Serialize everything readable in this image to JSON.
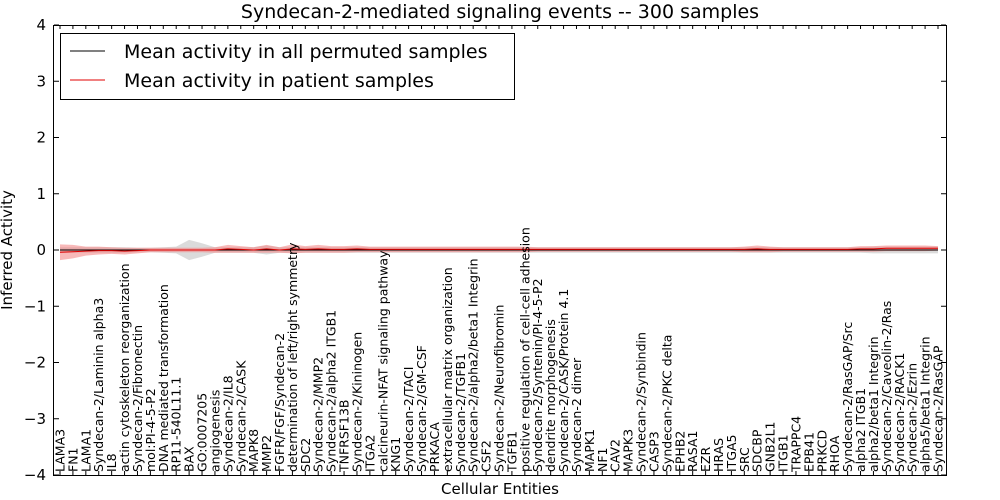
{
  "chart_data": {
    "type": "line",
    "title": "Syndecan-2-mediated signaling events -- 300 samples",
    "xlabel": "Cellular Entities",
    "ylabel": "Inferred Activity",
    "ylim": [
      -4,
      4
    ],
    "yticks": [
      -4,
      -3,
      -2,
      -1,
      0,
      1,
      2,
      3,
      4
    ],
    "ytick_labels": [
      "−4",
      "−3",
      "−2",
      "−1",
      "0",
      "1",
      "2",
      "3",
      "4"
    ],
    "grid": false,
    "legend_position": "top-left",
    "categories": [
      "LAMA3",
      "FN1",
      "LAMA1",
      "Syndecan-2/Laminin alpha3",
      "IL8",
      "actin cytoskeleton reorganization",
      "Syndecan-2/Fibronectin",
      "mol:PI-4-5-P2",
      "DNA mediated transformation",
      "RP11-540L11.1",
      "BAX",
      "GO:0007205",
      "angiogenesis",
      "Syndecan-2/IL8",
      "Syndecan-2/CASK",
      "MAPK8",
      "MMP2",
      "FGFR/FGF/Syndecan-2",
      "determination of left/right symmetry",
      "SDC2",
      "Syndecan-2/MMP2",
      "Syndecan-2/alpha2 ITGB1",
      "TNFRSF13B",
      "Syndecan-2/Kininogen",
      "ITGA2",
      "calcineurin-NFAT signaling pathway",
      "KNG1",
      "Syndecan-2/TACI",
      "Syndecan-2/GM-CSF",
      "PRKACA",
      "extracellular matrix organization",
      "Syndecan-2/TGFB1",
      "Syndecan-2/alpha2/beta1 Integrin",
      "CSF2",
      "Syndecan-2/Neurofibromin",
      "TGFB1",
      "positive regulation of cell-cell adhesion",
      "Syndecan-2/Syntenin/PI-4-5-P2",
      "dendrite morphogenesis",
      "Syndecan-2/CASK/Protein 4.1",
      "Syndecan-2 dimer",
      "MAPK1",
      "NF1",
      "CAV2",
      "MAPK3",
      "Syndecan-2/Synbindin",
      "CASP3",
      "Syndecan-2/PKC delta",
      "EPHB2",
      "RASA1",
      "EZR",
      "HRAS",
      "ITGA5",
      "SRC",
      "SDCBP",
      "GNB2L1",
      "ITGB1",
      "TRAPPC4",
      "EPB41",
      "PRKCD",
      "RHOA",
      "Syndecan-2/RasGAP/Src",
      "alpha2 ITGB1",
      "alpha2/beta1 Integrin",
      "Syndecan-2/Caveolin-2/Ras",
      "Syndecan-2/RACK1",
      "Syndecan-2/Ezrin",
      "alpha5/beta1 Integrin",
      "Syndecan-2/RasGAP"
    ],
    "series": [
      {
        "name": "Mean activity in all permuted samples",
        "color": "#000000",
        "fill_color": "#b0b0b0",
        "values": [
          0.0,
          0.0,
          0.0,
          0.0,
          0.0,
          0.0,
          0.0,
          0.0,
          0.0,
          0.0,
          0.0,
          0.0,
          0.0,
          0.0,
          0.0,
          0.0,
          0.0,
          0.0,
          0.0,
          0.0,
          0.0,
          0.0,
          0.0,
          0.0,
          0.0,
          0.0,
          0.0,
          0.0,
          0.0,
          0.0,
          0.0,
          0.0,
          0.0,
          0.0,
          0.0,
          0.0,
          0.0,
          0.0,
          0.0,
          0.0,
          0.0,
          0.0,
          0.0,
          0.0,
          0.0,
          0.0,
          0.0,
          0.0,
          0.0,
          0.0,
          0.0,
          0.0,
          0.0,
          0.0,
          0.0,
          0.0,
          0.0,
          0.0,
          0.0,
          0.0,
          0.0,
          0.0,
          0.0,
          0.0,
          0.0,
          0.0,
          0.0,
          0.0,
          0.0
        ],
        "spread": [
          0.05,
          0.05,
          0.05,
          0.05,
          0.05,
          0.05,
          0.04,
          0.04,
          0.05,
          0.06,
          0.18,
          0.12,
          0.05,
          0.05,
          0.05,
          0.05,
          0.08,
          0.05,
          0.05,
          0.05,
          0.05,
          0.05,
          0.05,
          0.05,
          0.05,
          0.05,
          0.05,
          0.05,
          0.05,
          0.05,
          0.05,
          0.05,
          0.05,
          0.05,
          0.05,
          0.05,
          0.05,
          0.05,
          0.05,
          0.05,
          0.05,
          0.05,
          0.05,
          0.05,
          0.05,
          0.05,
          0.05,
          0.05,
          0.05,
          0.05,
          0.05,
          0.05,
          0.05,
          0.05,
          0.05,
          0.05,
          0.05,
          0.05,
          0.05,
          0.05,
          0.05,
          0.05,
          0.05,
          0.06,
          0.06,
          0.06,
          0.06,
          0.06,
          0.06
        ]
      },
      {
        "name": "Mean activity in patient samples",
        "color": "#e00000",
        "fill_color": "#f28080",
        "values": [
          -0.04,
          -0.03,
          -0.02,
          -0.01,
          -0.01,
          -0.02,
          -0.01,
          0.0,
          0.0,
          0.0,
          0.0,
          0.0,
          0.0,
          0.02,
          0.01,
          0.0,
          0.02,
          0.0,
          0.02,
          0.01,
          0.02,
          0.01,
          0.01,
          0.02,
          0.01,
          0.01,
          0.01,
          0.01,
          0.01,
          0.01,
          0.01,
          0.01,
          0.01,
          0.01,
          0.01,
          0.01,
          0.01,
          0.01,
          0.01,
          0.01,
          0.01,
          0.01,
          0.01,
          0.01,
          0.01,
          0.01,
          0.01,
          0.01,
          0.01,
          0.01,
          0.01,
          0.01,
          0.01,
          0.01,
          0.02,
          0.01,
          0.01,
          0.01,
          0.01,
          0.01,
          0.01,
          0.01,
          0.02,
          0.02,
          0.03,
          0.03,
          0.03,
          0.03,
          0.03
        ],
        "spread": [
          0.14,
          0.12,
          0.08,
          0.07,
          0.06,
          0.06,
          0.05,
          0.04,
          0.04,
          0.04,
          0.04,
          0.04,
          0.05,
          0.07,
          0.06,
          0.05,
          0.07,
          0.05,
          0.08,
          0.06,
          0.07,
          0.06,
          0.06,
          0.06,
          0.05,
          0.05,
          0.05,
          0.05,
          0.05,
          0.05,
          0.05,
          0.05,
          0.05,
          0.05,
          0.05,
          0.05,
          0.05,
          0.04,
          0.04,
          0.04,
          0.04,
          0.04,
          0.04,
          0.04,
          0.04,
          0.04,
          0.04,
          0.04,
          0.04,
          0.04,
          0.04,
          0.04,
          0.04,
          0.05,
          0.06,
          0.05,
          0.04,
          0.04,
          0.04,
          0.04,
          0.04,
          0.04,
          0.05,
          0.05,
          0.05,
          0.05,
          0.05,
          0.05,
          0.04
        ]
      }
    ]
  }
}
